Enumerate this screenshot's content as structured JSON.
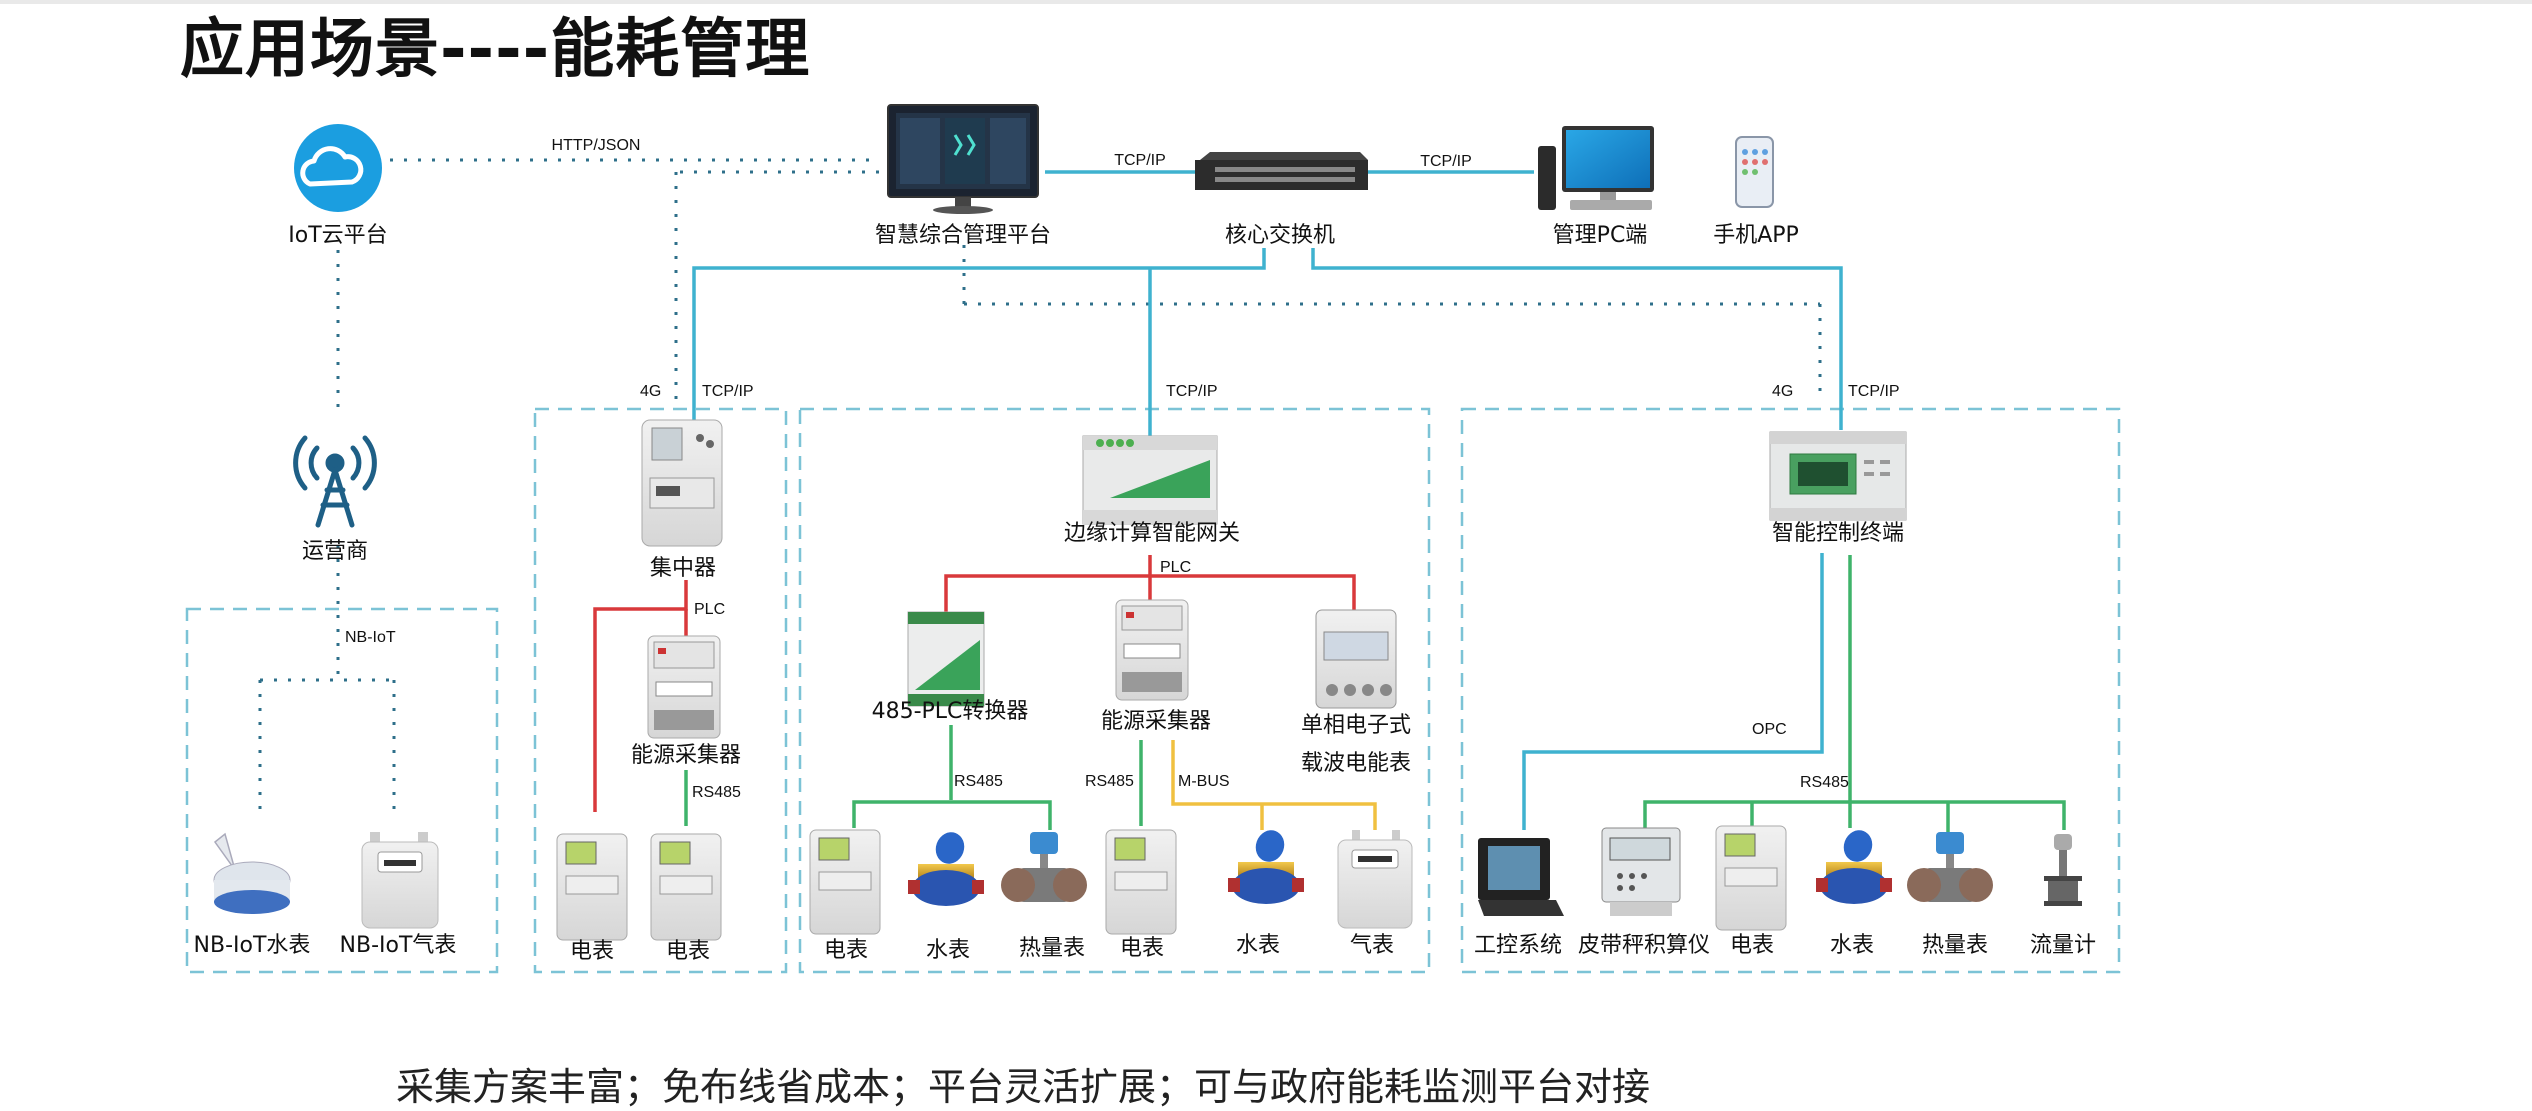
{
  "title": "应用场景----能耗管理",
  "footer": "采集方案丰富；免布线省成本；平台灵活扩展；可与政府能耗监测平台对接",
  "colors": {
    "tcp_line": "#3fb2cf",
    "plc_line": "#d9393b",
    "rs485_line": "#3fb36a",
    "mbus_line": "#f0c040",
    "dotted": "#2e6f8a",
    "box_border": "#7cc3d6",
    "cloud": "#1b9ee0",
    "tower": "#1e5f86"
  },
  "top": {
    "cloud_label": "IoT云平台",
    "platform_label": "智慧综合管理平台",
    "switch_label": "核心交换机",
    "pc_label": "管理PC端",
    "app_label": "手机APP",
    "http_json": "HTTP/JSON",
    "tcpip_left": "TCP/IP",
    "tcpip_right": "TCP/IP"
  },
  "operator": {
    "label": "运营商"
  },
  "nb_group": {
    "link": "NB-IoT",
    "devices": [
      "NB-IoT水表",
      "NB-IoT气表"
    ]
  },
  "concentrator_group": {
    "link_4g": "4G",
    "link_tcp": "TCP/IP",
    "concentrator": "集中器",
    "plc": "PLC",
    "collector": "能源采集器",
    "rs485": "RS485",
    "devices": [
      "电表",
      "电表"
    ]
  },
  "gateway_group": {
    "link_tcp": "TCP/IP",
    "gateway": "边缘计算智能网关",
    "plc": "PLC",
    "converter": "485-PLC转换器",
    "collector": "能源采集器",
    "meter_line1": "单相电子式",
    "meter_line2": "载波电能表",
    "rs485_a": "RS485",
    "rs485_b": "RS485",
    "mbus": "M-BUS",
    "devices": [
      "电表",
      "水表",
      "热量表",
      "电表",
      "水表",
      "气表"
    ]
  },
  "terminal_group": {
    "link_4g": "4G",
    "link_tcp": "TCP/IP",
    "terminal": "智能控制终端",
    "opc": "OPC",
    "rs485": "RS485",
    "devices": [
      "工控系统",
      "皮带秤积算仪",
      "电表",
      "水表",
      "热量表",
      "流量计"
    ]
  }
}
